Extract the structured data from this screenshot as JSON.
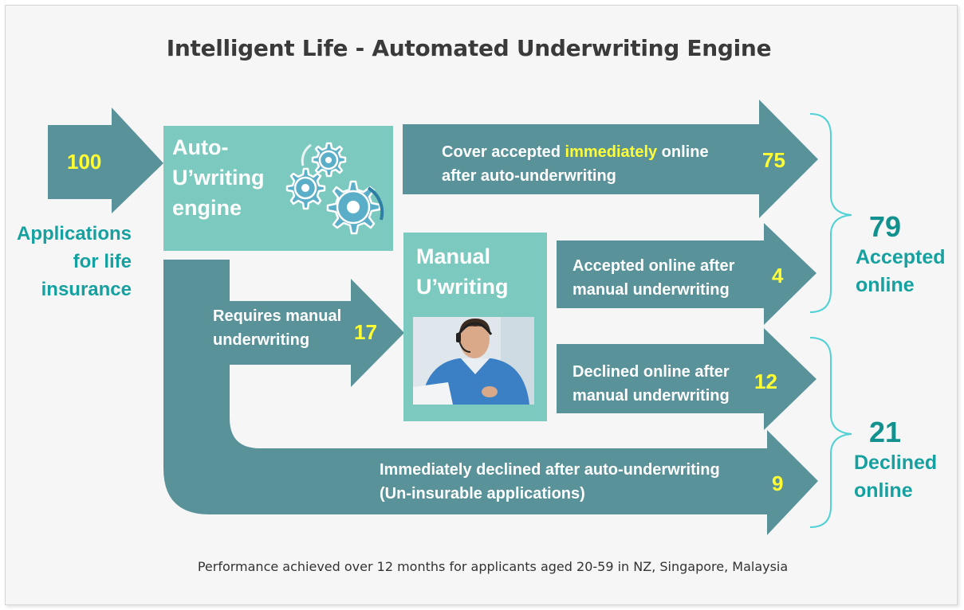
{
  "title": "Intelligent Life - Automated Underwriting Engine",
  "input": {
    "number": "100",
    "label_lines": [
      "Applications",
      "for life",
      "insurance"
    ]
  },
  "auto_box": {
    "title_lines": [
      "Auto-",
      "U’writing",
      "engine"
    ],
    "icon": "gears-icon"
  },
  "manual_box": {
    "title_lines": [
      "Manual",
      "U’writing"
    ],
    "image": "call-center-agent-photo"
  },
  "flows": {
    "immediate_accept": {
      "prefix": "Cover accepted ",
      "highlight": "immediately",
      "suffix": " online",
      "line2": "after auto-underwriting",
      "number": "75"
    },
    "requires_manual": {
      "line1": "Requires manual",
      "line2": "underwriting",
      "number": "17"
    },
    "manual_accept": {
      "line1": "Accepted online after",
      "line2": "manual underwriting",
      "number": "4"
    },
    "manual_decline": {
      "line1": "Declined online after",
      "line2": "manual underwriting",
      "number": "12"
    },
    "immediate_decline": {
      "line1": "Immediately declined after auto-underwriting",
      "line2": "(Un-insurable applications)",
      "number": "9"
    }
  },
  "totals": {
    "accepted": {
      "number": "79",
      "line1": "Accepted",
      "line2": "online"
    },
    "declined": {
      "number": "21",
      "line1": "Declined",
      "line2": "online"
    }
  },
  "footer": "Performance achieved over 12 months for applicants aged 20-59 in NZ, Singapore, Malaysia",
  "colors": {
    "arrow": "#5a929a",
    "box": "#7ccabf",
    "accent_text": "#16a1a0",
    "number": "#ffff33",
    "brace": "#4fd1d6"
  }
}
